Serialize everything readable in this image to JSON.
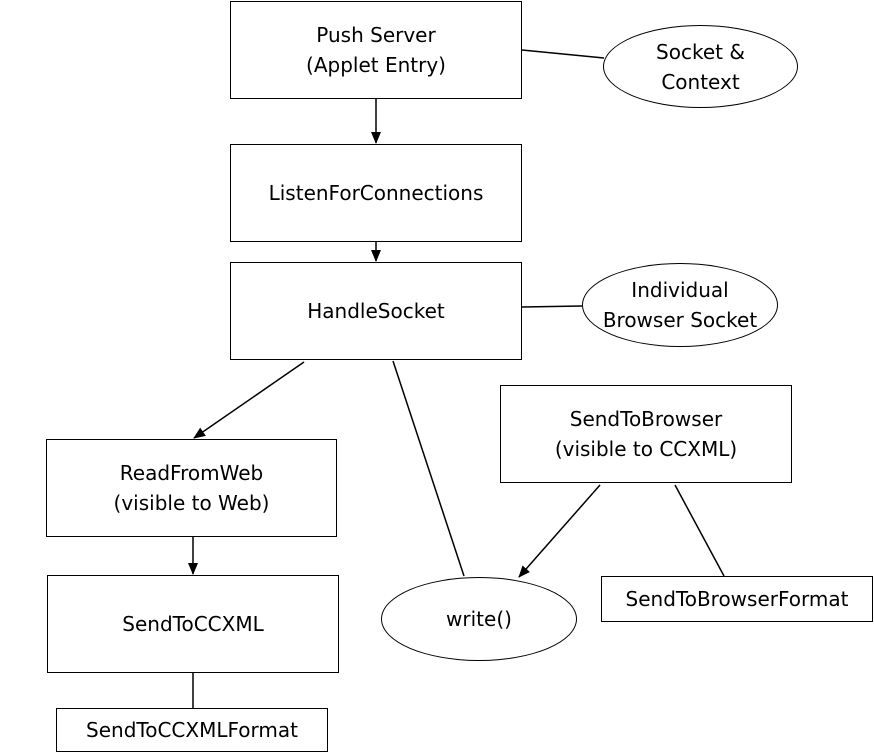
{
  "diagram": {
    "nodes": {
      "push_server": {
        "line1": "Push Server",
        "line2": "(Applet Entry)"
      },
      "socket_context": {
        "line1": "Socket &",
        "line2": "Context"
      },
      "listen": {
        "line1": "ListenForConnections"
      },
      "handle_socket": {
        "line1": "HandleSocket"
      },
      "individual_socket": {
        "line1": "Individual",
        "line2": "Browser Socket"
      },
      "send_to_browser": {
        "line1": "SendToBrowser",
        "line2": "(visible to CCXML)"
      },
      "read_from_web": {
        "line1": "ReadFromWeb",
        "line2": "(visible to Web)"
      },
      "send_to_ccxml": {
        "line1": "SendToCCXML"
      },
      "write": {
        "line1": "write()"
      },
      "send_to_browser_format": {
        "line1": "SendToBrowserFormat"
      },
      "send_to_ccxml_format": {
        "line1": "SendToCCXMLFormat"
      }
    },
    "colors": {
      "stroke": "#000000",
      "background": "#ffffff"
    }
  }
}
